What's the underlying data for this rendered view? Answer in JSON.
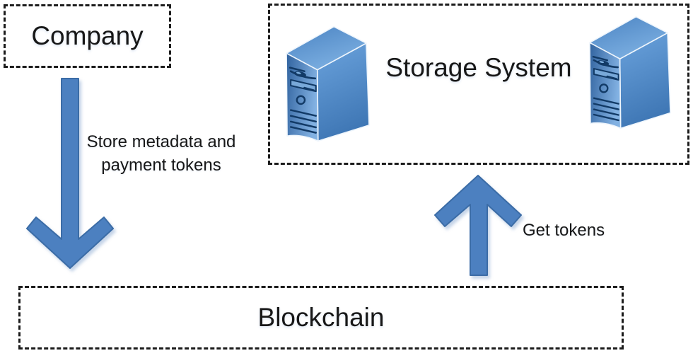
{
  "nodes": {
    "company": {
      "label": "Company"
    },
    "storage": {
      "label": "Storage System"
    },
    "blockchain": {
      "label": "Blockchain"
    }
  },
  "edges": {
    "store": {
      "from": "Company",
      "to": "Blockchain",
      "label": "Store metadata and payment tokens",
      "arrow_direction": "down"
    },
    "get": {
      "from": "Blockchain",
      "to": "Storage System",
      "label": "Get tokens",
      "arrow_direction": "up"
    }
  },
  "icons": {
    "server_icon": "3d-tower-server",
    "server_count": 2
  },
  "colors": {
    "arrow_fill": "#4c80c0",
    "arrow_stroke": "#3b6ca6",
    "box_border": "#1c1c1c",
    "text": "#181818",
    "server_front_dark": "#31639f",
    "server_front_light": "#82b1e2",
    "server_side_top": "#6ba3dd",
    "server_side_bottom": "#3f77b5",
    "server_detail": "#123a66"
  }
}
